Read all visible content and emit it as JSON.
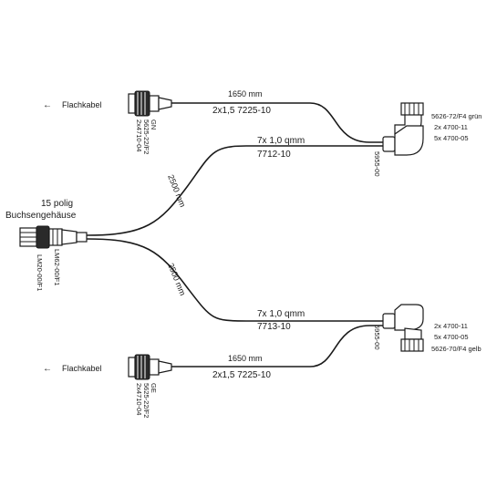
{
  "cable_top": {
    "direction_arrow": "←",
    "flat_cable": "Flachkabel",
    "length": "1650 mm",
    "spec": "2x1,5  7225-10",
    "connector_codes": [
      "2x4710-04",
      "5625-22/F2",
      "GN"
    ]
  },
  "cable_bottom": {
    "direction_arrow": "←",
    "flat_cable": "Flachkabel",
    "length": "1650 mm",
    "spec": "2x1,5  7225-10",
    "connector_codes": [
      "2x4710-04",
      "5625-22/F2",
      "GE"
    ]
  },
  "branch_upper": {
    "length": "2500 mm",
    "wire": "7x 1,0 qmm",
    "part": "7712-10",
    "clip": "5955-00",
    "connector_lines": [
      "5626-72/F4 grün",
      "2x 4700-11",
      "5x 4700-05"
    ]
  },
  "branch_lower": {
    "length": "2500 mm",
    "wire": "7x 1,0 qmm",
    "part": "7713-10",
    "clip": "5955-00",
    "connector_lines": [
      "2x 4700-11",
      "5x 4700-05",
      "5626-70/F4 gelb"
    ]
  },
  "housing": {
    "title_line1": "15 polig",
    "title_line2": "Buchsengehäuse",
    "codes": [
      "LM20-00/F1",
      "LM62-00/F1"
    ]
  }
}
